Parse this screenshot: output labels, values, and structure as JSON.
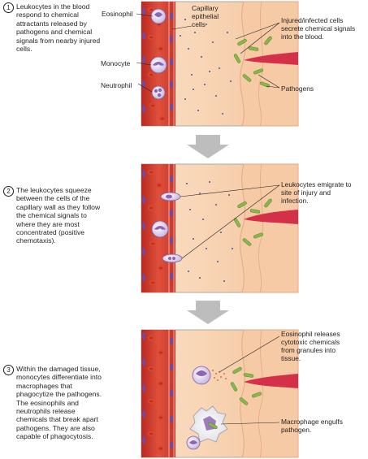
{
  "steps": [
    {
      "number": "1",
      "text": "Leukocytes in the blood respond to chemical attractants released by pathogens and chemical signals from nearby injured cells."
    },
    {
      "number": "2",
      "text": "The leukocytes squeeze between the cells of the capillary wall as they follow the chemical signals to where they are most concentrated (positive chemotaxis)."
    },
    {
      "number": "3",
      "text": "Within the damaged tissue, monocytes differentiate into macrophages that phagocytize the pathogens. The eosinophils and neutrophils release chemicals that break apart pathogens. They are also capable of phagocytosis."
    }
  ],
  "labels": {
    "eosinophil": "Eosinophil",
    "capillary": "Capillary epithelial cells",
    "monocyte": "Monocyte",
    "neutrophil": "Neutrophil",
    "injured": "Injured/infected cells secrete chemical signals into the blood.",
    "pathogens": "Pathogens",
    "emigrate": "Leukocytes emigrate to site of injury and infection.",
    "eos_release": "Eosinophil releases cytotoxic chemicals from granules into tissue.",
    "macrophage": "Macrophage engulfs pathogen."
  },
  "colors": {
    "vessel": "#c8342c",
    "vessel_light": "#e8735a",
    "tissue": "#f8d4b0",
    "tissue_edge": "#e4a886",
    "cell_purple": "#8e64b4",
    "pathogen": "#8bb84a",
    "signal_dot": "#3b5aa8",
    "arrow": "#bdbdbd"
  }
}
